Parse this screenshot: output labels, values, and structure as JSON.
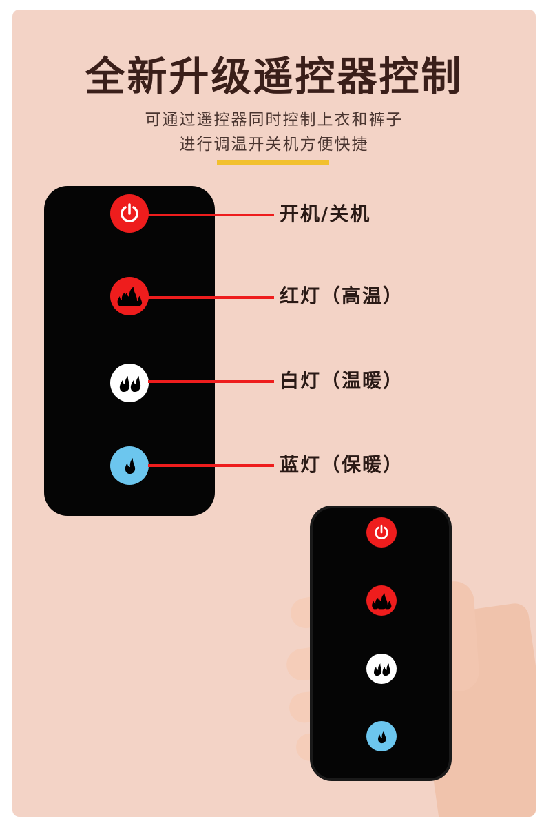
{
  "header": {
    "title": "全新升级遥控器控制",
    "subtitle_line1": "可通过遥控器同时控制上衣和裤子",
    "subtitle_line2": "进行调温开关机方便快捷"
  },
  "remote": {
    "buttons": [
      {
        "icon": "power-icon",
        "label": "开机/关机",
        "color": "#ee1d1d"
      },
      {
        "icon": "triple-flame-icon",
        "label": "红灯（高温）",
        "color": "#ee1d1d"
      },
      {
        "icon": "double-flame-icon",
        "label": "白灯（温暖）",
        "color": "#ffffff"
      },
      {
        "icon": "single-flame-icon",
        "label": "蓝灯（保暖）",
        "color": "#6cc6ee"
      }
    ]
  },
  "colors": {
    "background": "#f3d3c6",
    "accent_bar": "#f2c02e",
    "connector": "#ee1d1d",
    "remote_body": "#050505"
  }
}
